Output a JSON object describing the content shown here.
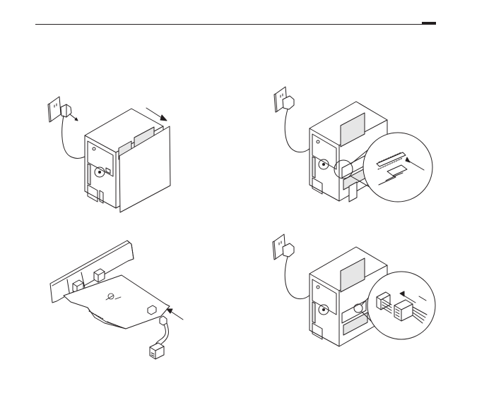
{
  "page": {
    "header_rule": true
  },
  "illustrations": [
    {
      "id": "step-unplug-open-case",
      "icon": "unplug-and-remove-side-panel"
    },
    {
      "id": "step-insert-card",
      "icon": "insert-card-into-pcie-slot"
    },
    {
      "id": "step-card-with-cable",
      "icon": "pcie-card-with-power-cable"
    },
    {
      "id": "step-connect-header",
      "icon": "connect-cable-to-motherboard-header"
    }
  ],
  "colors": {
    "line": "#231f20",
    "fill": "#ffffff",
    "shade": "#e6e6e6"
  }
}
